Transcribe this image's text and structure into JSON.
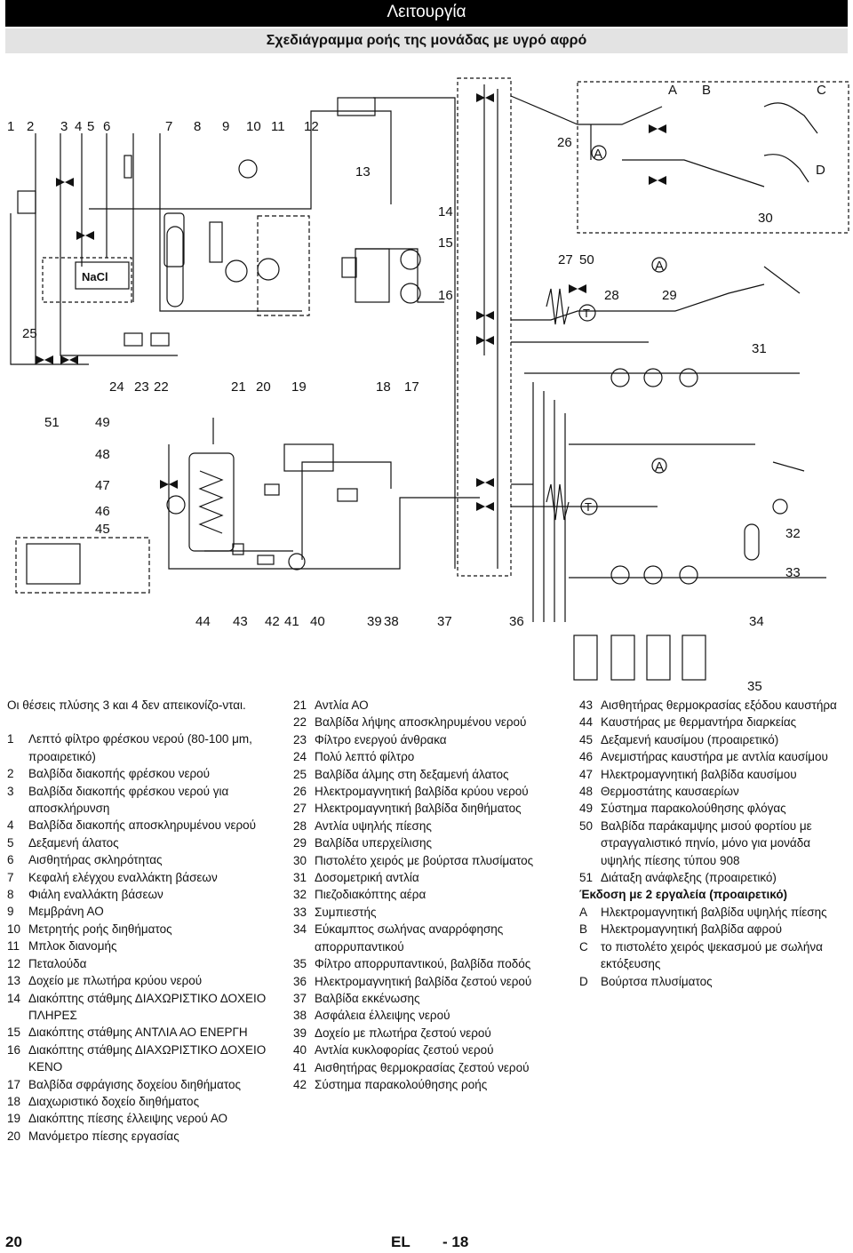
{
  "header": {
    "title": "Λειτουργία",
    "subtitle": "Σχεδιάγραμμα ροής της μονάδας με υγρό αφρό"
  },
  "diagram": {
    "labels_top": [
      "1",
      "2",
      "3",
      "4",
      "5",
      "6",
      "7",
      "8",
      "9",
      "10",
      "11",
      "12",
      "13",
      "26",
      "A",
      "B",
      "C",
      "A",
      "D",
      "14",
      "15",
      "16",
      "30",
      "27",
      "50",
      "28",
      "A",
      "29",
      "25",
      "31",
      "24",
      "23",
      "22",
      "21",
      "20",
      "19",
      "18",
      "17"
    ],
    "labels_bottom": [
      "51",
      "49",
      "48",
      "47",
      "46",
      "45",
      "A",
      "32",
      "33",
      "44",
      "43",
      "42",
      "41",
      "40",
      "39",
      "38",
      "37",
      "36",
      "34",
      "35"
    ],
    "nacl": "NaCl",
    "t_mark": "T"
  },
  "legend": {
    "note": "Οι θέσεις πλύσης 3 και 4 δεν απεικονίζο-νται.",
    "col1": [
      {
        "n": "1",
        "t": "Λεπτό φίλτρο φρέσκου νερού (80-100 μm, προαιρετικό)"
      },
      {
        "n": "2",
        "t": "Βαλβίδα διακοπής φρέσκου νερού"
      },
      {
        "n": "3",
        "t": "Βαλβίδα διακοπής φρέσκου νερού για αποσκλήρυνση"
      },
      {
        "n": "4",
        "t": "Βαλβίδα διακοπής αποσκληρυμένου νερού"
      },
      {
        "n": "5",
        "t": "Δεξαμενή άλατος"
      },
      {
        "n": "6",
        "t": "Αισθητήρας σκληρότητας"
      },
      {
        "n": "7",
        "t": "Κεφαλή ελέγχου εναλλάκτη βάσεων"
      },
      {
        "n": "8",
        "t": "Φιάλη εναλλάκτη βάσεων"
      },
      {
        "n": "9",
        "t": "Μεμβράνη ΑΟ"
      },
      {
        "n": "10",
        "t": "Μετρητής ροής διηθήματος"
      },
      {
        "n": "11",
        "t": "Μπλοκ διανομής"
      },
      {
        "n": "12",
        "t": "Πεταλούδα"
      },
      {
        "n": "13",
        "t": "Δοχείο με πλωτήρα κρύου νερού"
      },
      {
        "n": "14",
        "t": "Διακόπτης στάθμης ΔΙΑΧΩΡΙΣΤΙΚΟ ΔΟΧΕΙΟ ΠΛΗΡΕΣ"
      },
      {
        "n": "15",
        "t": "Διακόπτης στάθμης ΑΝΤΛΙΑ ΑΟ ΕΝΕΡΓΗ"
      },
      {
        "n": "16",
        "t": "Διακόπτης στάθμης ΔΙΑΧΩΡΙΣΤΙΚΟ ΔΟΧΕΙΟ ΚΕΝΟ"
      },
      {
        "n": "17",
        "t": "Βαλβίδα σφράγισης δοχείου διηθήματος"
      },
      {
        "n": "18",
        "t": "Διαχωριστικό δοχείο διηθήματος"
      },
      {
        "n": "19",
        "t": "Διακόπτης πίεσης έλλειψης νερού ΑΟ"
      },
      {
        "n": "20",
        "t": "Μανόμετρο πίεσης εργασίας"
      }
    ],
    "col2": [
      {
        "n": "21",
        "t": "Αντλία ΑΟ"
      },
      {
        "n": "22",
        "t": "Βαλβίδα λήψης αποσκληρυμένου νερού"
      },
      {
        "n": "23",
        "t": "Φίλτρο ενεργού άνθρακα"
      },
      {
        "n": "24",
        "t": "Πολύ λεπτό φίλτρο"
      },
      {
        "n": "25",
        "t": "Βαλβίδα άλμης στη δεξαμενή άλατος"
      },
      {
        "n": "26",
        "t": "Ηλεκτρομαγνητική βαλβίδα κρύου νερού"
      },
      {
        "n": "27",
        "t": "Ηλεκτρομαγνητική βαλβίδα διηθήματος"
      },
      {
        "n": "28",
        "t": "Αντλία υψηλής πίεσης"
      },
      {
        "n": "29",
        "t": "Βαλβίδα υπερχείλισης"
      },
      {
        "n": "30",
        "t": "Πιστολέτο χειρός με βούρτσα πλυσίματος"
      },
      {
        "n": "31",
        "t": "Δοσομετρική αντλία"
      },
      {
        "n": "32",
        "t": "Πιεζοδιακόπτης αέρα"
      },
      {
        "n": "33",
        "t": "Συμπιεστής"
      },
      {
        "n": "34",
        "t": "Εύκαμπτος σωλήνας αναρρόφησης απορρυπαντικού"
      },
      {
        "n": "35",
        "t": "Φίλτρο απορρυπαντικού, βαλβίδα ποδός"
      },
      {
        "n": "36",
        "t": "Ηλεκτρομαγνητική βαλβίδα ζεστού νερού"
      },
      {
        "n": "37",
        "t": "Βαλβίδα εκκένωσης"
      },
      {
        "n": "38",
        "t": "Ασφάλεια έλλειψης νερού"
      },
      {
        "n": "39",
        "t": "Δοχείο με πλωτήρα ζεστού νερού"
      },
      {
        "n": "40",
        "t": "Αντλία κυκλοφορίας ζεστού νερού"
      },
      {
        "n": "41",
        "t": "Αισθητήρας θερμοκρασίας ζεστού νερού"
      },
      {
        "n": "42",
        "t": "Σύστημα παρακολούθησης ροής"
      }
    ],
    "col3": [
      {
        "n": "43",
        "t": "Αισθητήρας θερμοκρασίας εξόδου καυστήρα"
      },
      {
        "n": "44",
        "t": "Καυστήρας με θερμαντήρα διαρκείας"
      },
      {
        "n": "45",
        "t": "Δεξαμενή καυσίμου (προαιρετικό)"
      },
      {
        "n": "46",
        "t": "Ανεμιστήρας καυστήρα με αντλία καυσίμου"
      },
      {
        "n": "47",
        "t": "Ηλεκτρομαγνητική βαλβίδα καυσίμου"
      },
      {
        "n": "48",
        "t": "Θερμοστάτης καυσαερίων"
      },
      {
        "n": "49",
        "t": "Σύστημα παρακολούθησης φλόγας"
      },
      {
        "n": "50",
        "t": "Βαλβίδα παράκαμψης μισού φορτίου με στραγγαλιστικό πηνίο, μόνο για μονάδα υψηλής πίεσης τύπου 908"
      },
      {
        "n": "51",
        "t": "Διάταξη ανάφλεξης (προαιρετικό)"
      }
    ],
    "section_title": "Έκδοση με 2 εργαλεία (προαιρετικό)",
    "col3_letters": [
      {
        "n": "A",
        "t": "Ηλεκτρομαγνητική βαλβίδα υψηλής πίεσης"
      },
      {
        "n": "B",
        "t": "Ηλεκτρομαγνητική βαλβίδα αφρού"
      },
      {
        "n": "C",
        "t": "το πιστολέτο χειρός ψεκασμού με σωλήνα εκτόξευσης"
      },
      {
        "n": "D",
        "t": "Βούρτσα πλυσίματος"
      }
    ]
  },
  "footer": {
    "page": "20",
    "lang": "EL",
    "sub": "- 18"
  }
}
